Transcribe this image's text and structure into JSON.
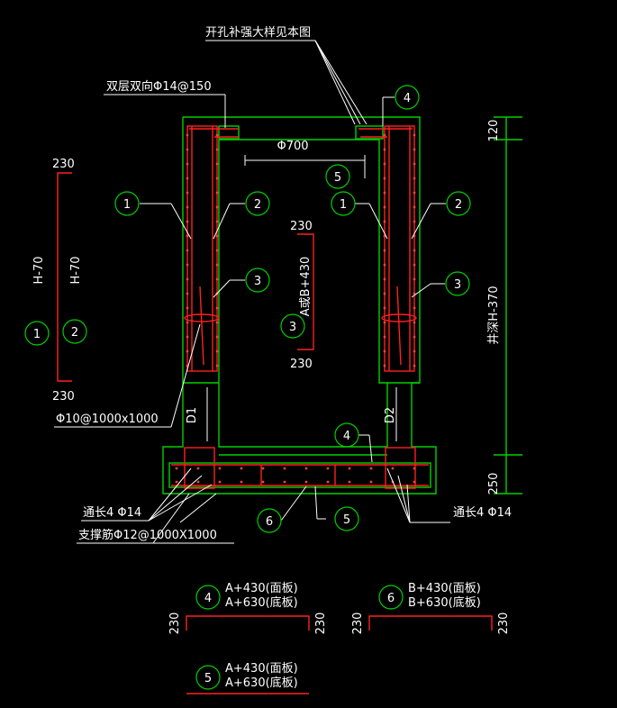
{
  "title_note": "开孔补强大样见本图",
  "bars": {
    "double_layer": "双层双向Φ14@150",
    "tie_bar": "Φ10@1000x1000",
    "long_bar_left": "通长4 Φ14",
    "long_bar_right": "通长4 Φ14",
    "support_bar": "支撑筋Φ12@1000X1000"
  },
  "dims": {
    "opening": "Φ700",
    "top": "120",
    "middle": "井深H-370",
    "bottom": "250",
    "left_h1": "H-70",
    "left_h2": "H-70",
    "hook": "230",
    "center_bar": "A或B+430",
    "d1": "D1",
    "d2": "D2"
  },
  "markers": [
    "1",
    "2",
    "3",
    "4",
    "5",
    "6"
  ],
  "schedule": [
    {
      "id": "4",
      "line1": "A+430(面板)",
      "line2": "A+630(底板)",
      "hook": "230"
    },
    {
      "id": "6",
      "line1": "B+430(面板)",
      "line2": "B+630(底板)",
      "hook": "230"
    },
    {
      "id": "5",
      "line1": "A+430(面板)",
      "line2": "A+630(底板)"
    }
  ],
  "colors": {
    "background": "#000000",
    "outline": "#00d000",
    "rebar": "#ff2020",
    "text": "#ffffff"
  }
}
